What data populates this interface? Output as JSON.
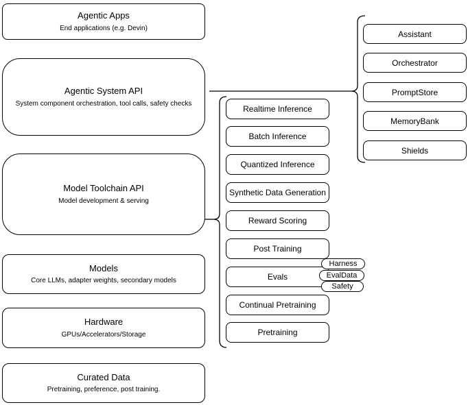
{
  "accent_colors": {
    "stroke": "#000000",
    "fill": "#ffffff",
    "text": "#000000"
  },
  "layers": [
    {
      "title": "Agentic Apps",
      "subtitle": "End applications (e.g. Devin)"
    },
    {
      "title": "Agentic System API",
      "subtitle": "System component orchestration, tool calls, safety checks"
    },
    {
      "title": "Model Toolchain API",
      "subtitle": "Model development & serving"
    },
    {
      "title": "Models",
      "subtitle": "Core LLMs, adapter weights, secondary models"
    },
    {
      "title": "Hardware",
      "subtitle": "GPUs/Accelerators/Storage"
    },
    {
      "title": "Curated Data",
      "subtitle": "Pretraining, preference, post training."
    }
  ],
  "toolchain_items": [
    "Realtime Inference",
    "Batch Inference",
    "Quantized Inference",
    "Synthetic Data Generation",
    "Reward Scoring",
    "Post Training",
    "Evals",
    "Continual Pretraining",
    "Pretraining"
  ],
  "eval_pills": [
    "Harness",
    "EvalData",
    "Safety"
  ],
  "system_components": [
    "Assistant",
    "Orchestrator",
    "PromptStore",
    "MemoryBank",
    "Shields"
  ]
}
